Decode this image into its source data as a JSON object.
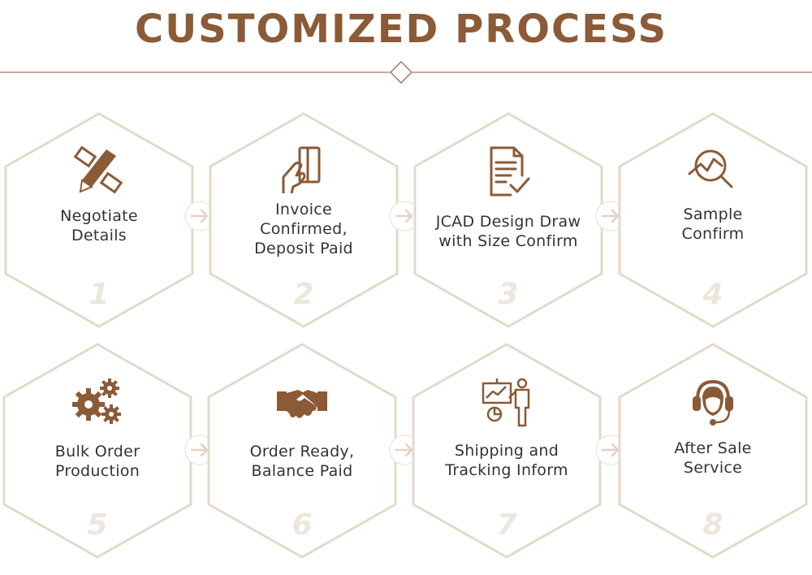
{
  "title": "CUSTOMIZED PROCESS",
  "colors": {
    "brand": "#8b5a36",
    "hex_border": "#e4d9c9",
    "number": "#ede6dd",
    "text": "#333333"
  },
  "steps": [
    {
      "number": "1",
      "label_lines": [
        "Negotiate",
        "Details"
      ],
      "icon": "pencil-ruler-icon"
    },
    {
      "number": "2",
      "label_lines": [
        "Invoice",
        "Confirmed,",
        "Deposit Paid"
      ],
      "icon": "hand-card-icon"
    },
    {
      "number": "3",
      "label_lines": [
        "JCAD Design Draw",
        "with Size Confirm"
      ],
      "icon": "document-check-icon"
    },
    {
      "number": "4",
      "label_lines": [
        "Sample",
        "Confirm"
      ],
      "icon": "magnifier-chart-icon"
    },
    {
      "number": "5",
      "label_lines": [
        "Bulk Order",
        "Production"
      ],
      "icon": "gears-icon"
    },
    {
      "number": "6",
      "label_lines": [
        "Order Ready,",
        "Balance Paid"
      ],
      "icon": "handshake-icon"
    },
    {
      "number": "7",
      "label_lines": [
        "Shipping and",
        "Tracking Inform"
      ],
      "icon": "presenter-board-icon"
    },
    {
      "number": "8",
      "label_lines": [
        "After Sale",
        "Service"
      ],
      "icon": "headset-agent-icon"
    }
  ]
}
